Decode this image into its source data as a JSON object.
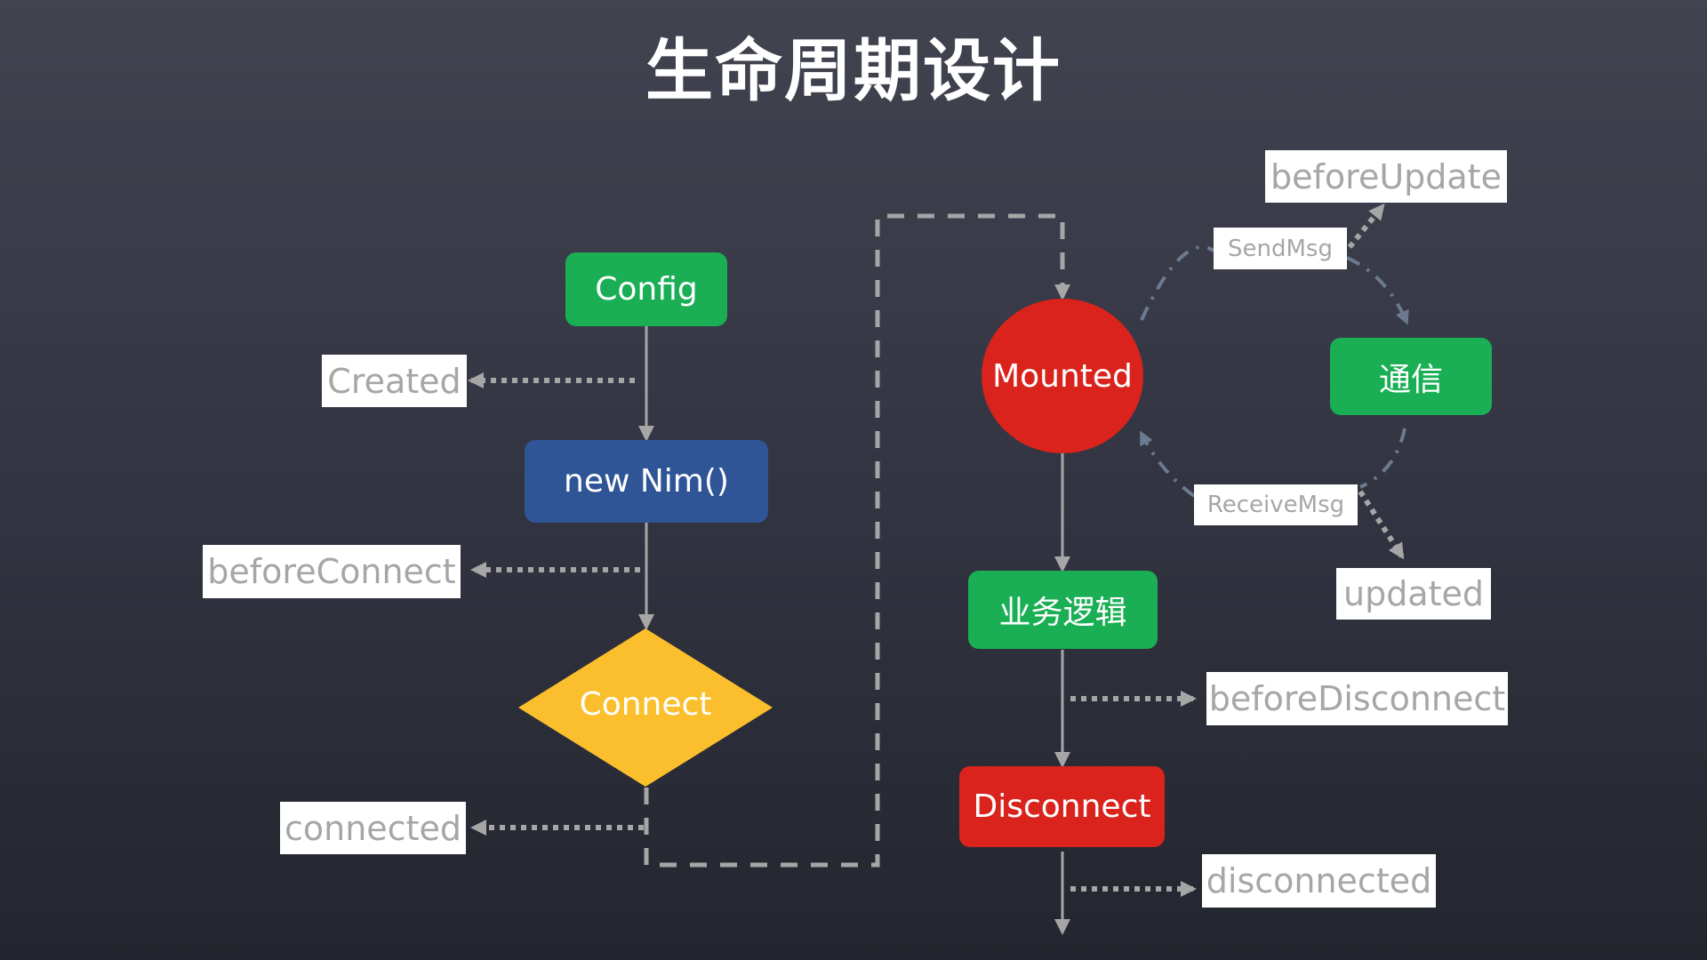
{
  "title": "生命周期设计",
  "colors": {
    "green": "#1aaf54",
    "blue": "#2f5597",
    "yellow": "#fbbf2d",
    "red": "#d9231c",
    "connector": "#a6a6a6",
    "message_link": "#6b7a8f",
    "hook_text": "#a6a6a6"
  },
  "nodes": {
    "config": "Config",
    "new_nim": "new Nim()",
    "connect": "Connect",
    "mounted": "Mounted",
    "communication": "通信",
    "business_logic": "业务逻辑",
    "disconnect": "Disconnect"
  },
  "hooks": {
    "created": "Created",
    "before_connect": "beforeConnect",
    "connected": "connected",
    "before_update": "beforeUpdate",
    "updated": "updated",
    "before_disconnect": "beforeDisconnect",
    "disconnected": "disconnected"
  },
  "messages": {
    "send": "SendMsg",
    "receive": "ReceiveMsg"
  }
}
